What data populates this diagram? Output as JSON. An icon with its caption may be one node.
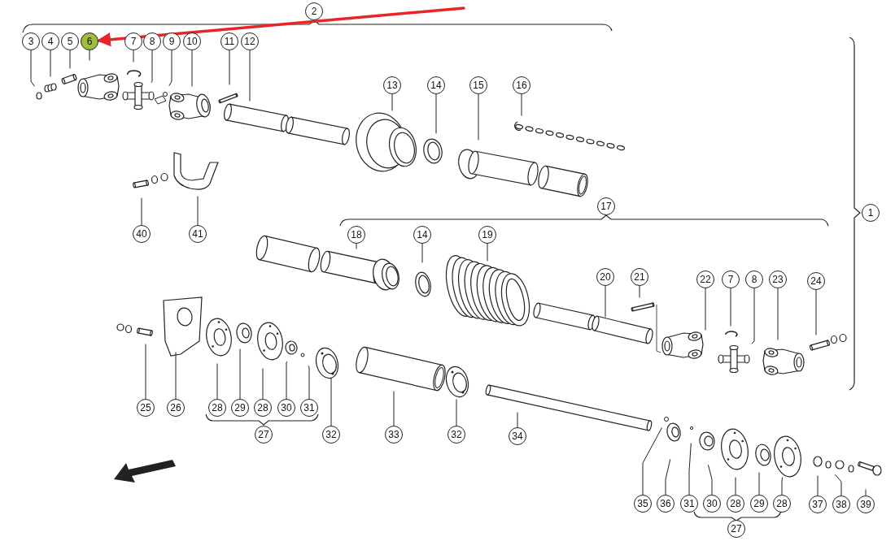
{
  "diagram": {
    "nodes": [
      {
        "text": [
          "2"
        ]
      },
      {
        "text": [
          "3"
        ]
      },
      {
        "text": [
          "4"
        ]
      },
      {
        "text": [
          "5"
        ]
      },
      {
        "text": [
          "6"
        ]
      },
      {
        "text": [
          "7"
        ]
      },
      {
        "text": [
          "8"
        ]
      },
      {
        "text": [
          "9"
        ]
      },
      {
        "text": [
          "10"
        ]
      },
      {
        "text": [
          "11"
        ]
      },
      {
        "text": [
          "12"
        ]
      },
      {
        "text": [
          "13"
        ]
      },
      {
        "text": [
          "14"
        ]
      },
      {
        "text": [
          "15"
        ]
      },
      {
        "text": [
          "16"
        ]
      },
      {
        "text": [
          "17"
        ]
      },
      {
        "text": [
          "1"
        ]
      },
      {
        "text": [
          "40"
        ]
      },
      {
        "text": [
          "41"
        ]
      },
      {
        "text": [
          "18"
        ]
      },
      {
        "text": [
          "14"
        ]
      },
      {
        "text": [
          "19"
        ]
      },
      {
        "text": [
          "20"
        ]
      },
      {
        "text": [
          "21"
        ]
      },
      {
        "text": [
          "22"
        ]
      },
      {
        "text": [
          "7"
        ]
      },
      {
        "text": [
          "8"
        ]
      },
      {
        "text": [
          "23"
        ]
      },
      {
        "text": [
          "24"
        ]
      },
      {
        "text": [
          "25"
        ]
      },
      {
        "text": [
          "26"
        ]
      },
      {
        "text": [
          "28"
        ]
      },
      {
        "text": [
          "29"
        ]
      },
      {
        "text": [
          "28"
        ]
      },
      {
        "text": [
          "30"
        ]
      },
      {
        "text": [
          "31"
        ]
      },
      {
        "text": [
          "27"
        ]
      },
      {
        "text": [
          "32"
        ]
      },
      {
        "text": [
          "33"
        ]
      },
      {
        "text": [
          "32"
        ]
      },
      {
        "text": [
          "34"
        ]
      },
      {
        "text": [
          "35"
        ]
      },
      {
        "text": [
          "36"
        ]
      },
      {
        "text": [
          "31"
        ]
      },
      {
        "text": [
          "30"
        ]
      },
      {
        "text": [
          "28"
        ]
      },
      {
        "text": [
          "29"
        ]
      },
      {
        "text": [
          "28"
        ]
      },
      {
        "text": [
          "37"
        ]
      },
      {
        "text": [
          "38"
        ]
      },
      {
        "text": [
          "39"
        ]
      },
      {
        "text": [
          "27"
        ]
      }
    ],
    "edges": [
      {
        "from": 1,
        "to": null,
        "arrow": "none"
      },
      {
        "from": 2,
        "to": null,
        "arrow": "none"
      },
      {
        "from": 3,
        "to": null,
        "arrow": "none"
      },
      {
        "from": 4,
        "to": null,
        "arrow": "none"
      },
      {
        "from": 5,
        "to": null,
        "arrow": "none"
      },
      {
        "from": 6,
        "to": null,
        "arrow": "none"
      },
      {
        "from": 7,
        "to": null,
        "arrow": "none"
      },
      {
        "from": 8,
        "to": null,
        "arrow": "none"
      },
      {
        "from": 9,
        "to": null,
        "arrow": "none"
      },
      {
        "from": 10,
        "to": null,
        "arrow": "none"
      },
      {
        "from": 11,
        "to": null,
        "arrow": "none"
      },
      {
        "from": 12,
        "to": null,
        "arrow": "none"
      },
      {
        "from": 13,
        "to": null,
        "arrow": "none"
      },
      {
        "from": 14,
        "to": null,
        "arrow": "none"
      },
      {
        "from": 17,
        "to": null,
        "arrow": "none"
      },
      {
        "from": 18,
        "to": null,
        "arrow": "none"
      },
      {
        "from": 19,
        "to": null,
        "arrow": "none"
      },
      {
        "from": 20,
        "to": null,
        "arrow": "none"
      },
      {
        "from": 21,
        "to": null,
        "arrow": "none"
      },
      {
        "from": 22,
        "to": null,
        "arrow": "none"
      },
      {
        "from": 23,
        "to": null,
        "arrow": "none"
      },
      {
        "from": 24,
        "to": null,
        "arrow": "none"
      },
      {
        "from": 25,
        "to": null,
        "arrow": "none"
      },
      {
        "from": 26,
        "to": null,
        "arrow": "none"
      },
      {
        "from": 27,
        "to": null,
        "arrow": "none"
      },
      {
        "from": 28,
        "to": null,
        "arrow": "none"
      },
      {
        "from": 29,
        "to": null,
        "arrow": "none"
      },
      {
        "from": 30,
        "to": null,
        "arrow": "none"
      },
      {
        "from": 31,
        "to": null,
        "arrow": "none"
      },
      {
        "from": 32,
        "to": null,
        "arrow": "none"
      },
      {
        "from": 33,
        "to": null,
        "arrow": "none"
      },
      {
        "from": 34,
        "to": null,
        "arrow": "none"
      },
      {
        "from": 35,
        "to": null,
        "arrow": "none"
      },
      {
        "from": 37,
        "to": null,
        "arrow": "none"
      },
      {
        "from": 38,
        "to": null,
        "arrow": "none"
      },
      {
        "from": 39,
        "to": null,
        "arrow": "none"
      },
      {
        "from": 40,
        "to": null,
        "arrow": "none"
      },
      {
        "from": 41,
        "to": null,
        "arrow": "none"
      },
      {
        "from": 42,
        "to": null,
        "arrow": "none"
      },
      {
        "from": 43,
        "to": null,
        "arrow": "none"
      },
      {
        "from": 44,
        "to": null,
        "arrow": "none"
      },
      {
        "from": 45,
        "to": null,
        "arrow": "none"
      },
      {
        "from": 46,
        "to": null,
        "arrow": "none"
      },
      {
        "from": 47,
        "to": null,
        "arrow": "none"
      },
      {
        "from": 48,
        "to": null,
        "arrow": "none"
      },
      {
        "from": 49,
        "to": null,
        "arrow": "none"
      },
      {
        "from": 50,
        "to": null,
        "arrow": "none"
      },
      {
        "from": null,
        "to": 4,
        "arrow": "to",
        "style": "thick",
        "color": "#e8262a"
      }
    ]
  }
}
